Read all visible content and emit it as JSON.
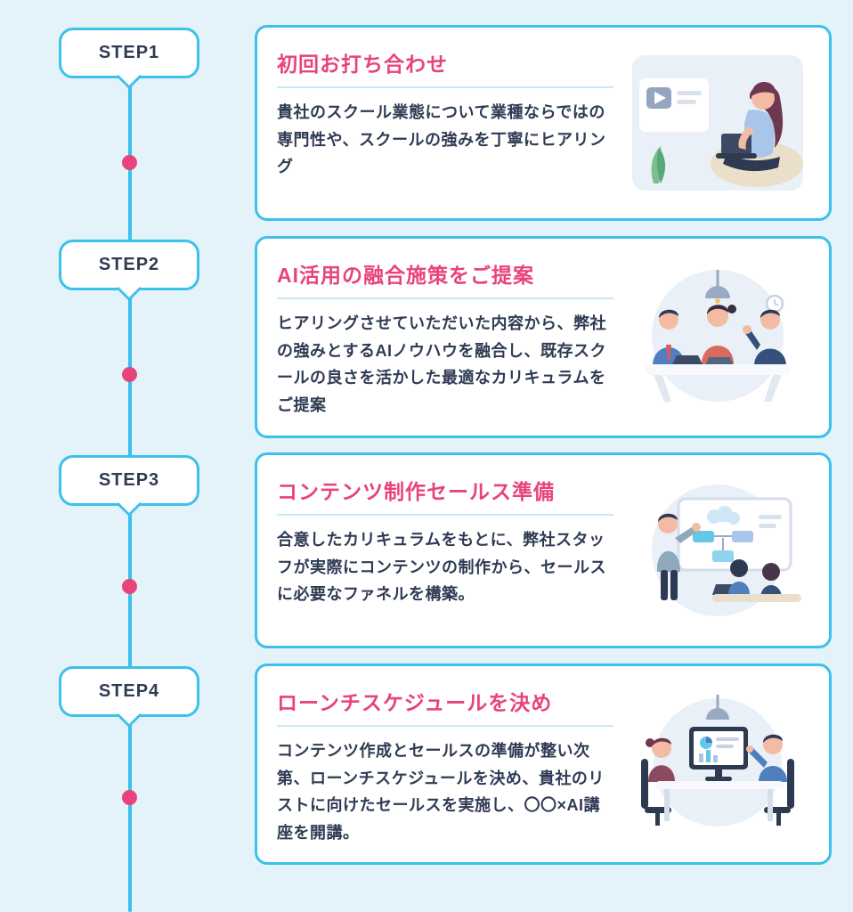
{
  "theme": {
    "background": "#E4F2FA",
    "accent_cyan": "#3CC0EC",
    "accent_pink": "#E8437B",
    "text_color": "#2F3B54"
  },
  "steps": [
    {
      "badge": "STEP1",
      "title": "初回お打ち合わせ",
      "body": "貴社のスクール業態について業種ならではの専門性や、スクールの強みを丁寧にヒアリング",
      "illustration": "woman-with-laptop-video-call"
    },
    {
      "badge": "STEP2",
      "title": "AI活用の融合施策をご提案",
      "body": "ヒアリングさせていただいた内容から、弊社の強みとするAIノウハウを融合し、既存スクールの良さを活かした最適なカリキュラムをご提案",
      "illustration": "three-people-meeting-table"
    },
    {
      "badge": "STEP3",
      "title": "コンテンツ制作セールス準備",
      "body": "合意したカリキュラムをもとに、弊社スタッフが実際にコンテンツの制作から、セールスに必要なファネルを構築。",
      "illustration": "whiteboard-flowchart-presentation"
    },
    {
      "badge": "STEP4",
      "title": "ローンチスケジュールを決め",
      "body": "コンテンツ作成とセールスの準備が整い次第、ローンチスケジュールを決め、貴社のリストに向けたセールスを実施し、〇〇×AI講座を開講。",
      "illustration": "two-people-monitor-discussion"
    }
  ]
}
